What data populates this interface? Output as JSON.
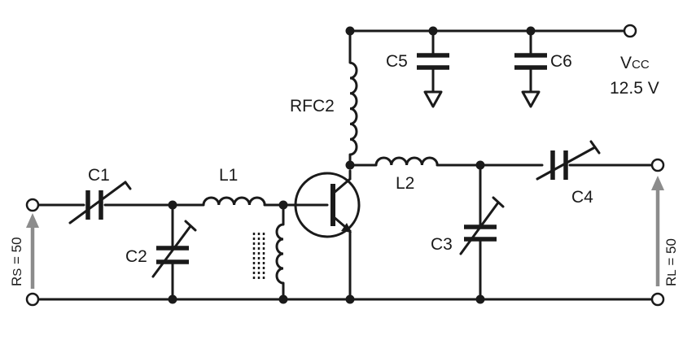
{
  "labels": {
    "c1": "C1",
    "c2": "C2",
    "c3": "C3",
    "c4": "C4",
    "c5": "C5",
    "c6": "C6",
    "l1": "L1",
    "l2": "L2",
    "rfc2": "RFC2",
    "vcc_main": "V",
    "vcc_sub": "CC",
    "vcc_value": "12.5 V",
    "rs_main": "R",
    "rs_sub": "S",
    "rs_value": " = 50",
    "rl_main": "R",
    "rl_sub": "L",
    "rl_value": " = 50"
  }
}
